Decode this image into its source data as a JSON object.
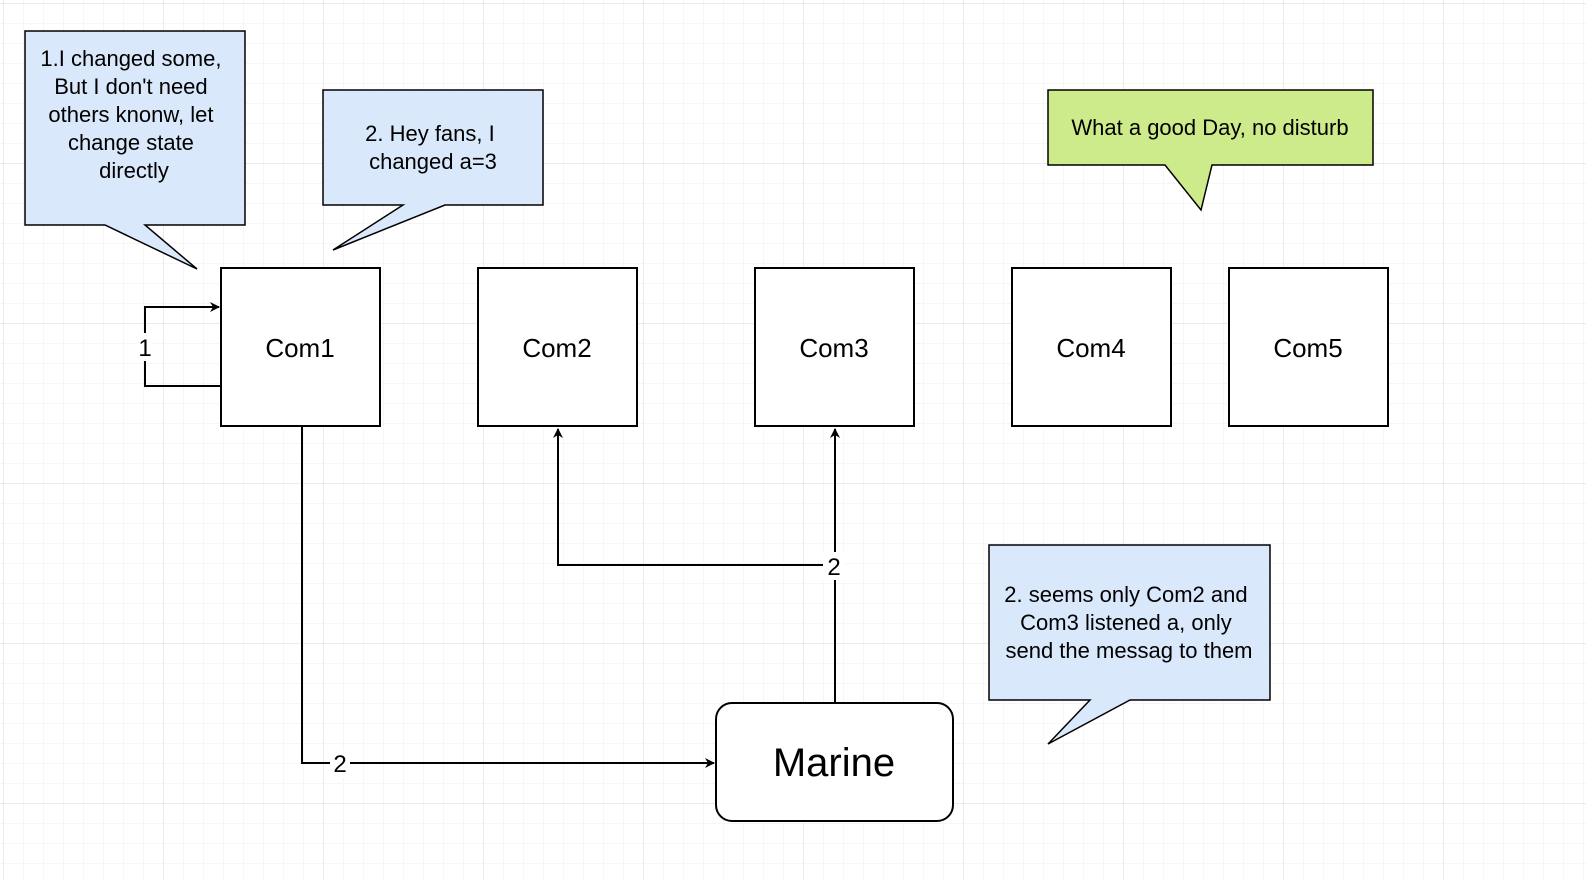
{
  "colors": {
    "callout_blue": "#dae8fc",
    "callout_green": "#cdeb8b",
    "stroke": "#000000"
  },
  "nodes": {
    "com1": "Com1",
    "com2": "Com2",
    "com3": "Com3",
    "com4": "Com4",
    "com5": "Com5",
    "marine": "Marine"
  },
  "callouts": {
    "com1_self": [
      "1.I changed some,",
      "But I don't need",
      "others knonw, let",
      "change state",
      "directly"
    ],
    "com1_fans": [
      "2. Hey fans, I",
      "changed a=3"
    ],
    "com4_5": [
      "What a good Day, no disturb"
    ],
    "marine": [
      "2. seems only Com2 and",
      "Com3 listened a, only",
      "send the messag to them"
    ]
  },
  "edges": {
    "self_loop": "1",
    "com1_to_marine": "2",
    "marine_to_com2_com3": "2"
  }
}
